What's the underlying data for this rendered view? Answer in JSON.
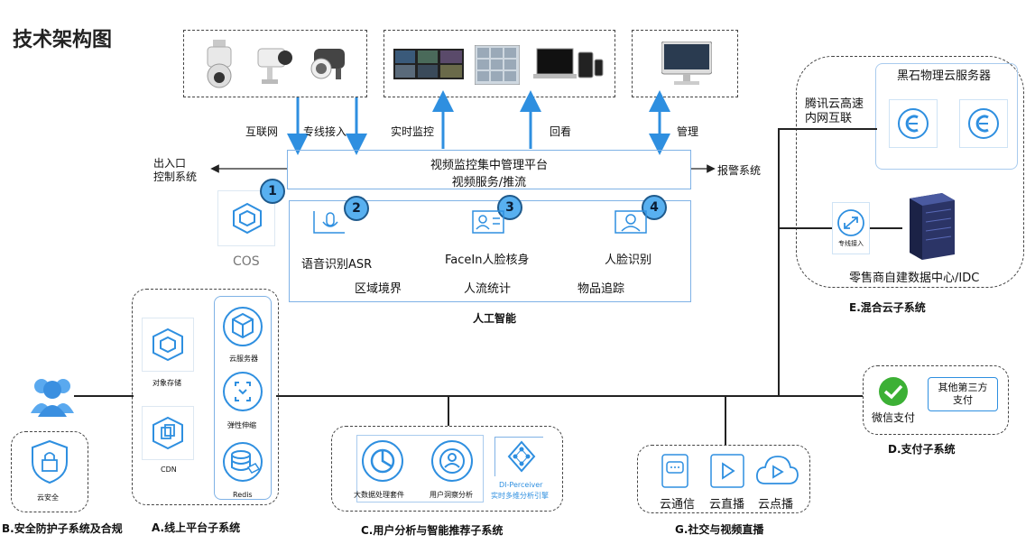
{
  "title": "技术架构图",
  "arrows": {
    "internet": "互联网",
    "dedicated": "专线接入",
    "realtime": "实时监控",
    "playback": "回看",
    "manage": "管理",
    "entrance": "出入口\n控制系统",
    "alarm": "报警系统"
  },
  "platform": {
    "line1": "视频监控集中管理平台",
    "line2": "视频服务/推流"
  },
  "cos_label": "COS",
  "ai": {
    "badges": [
      "1",
      "2",
      "3",
      "4"
    ],
    "asr": "语音识别ASR",
    "facein": "FaceIn人脸核身",
    "face": "人脸识别",
    "area": "区域境界",
    "flow": "人流统计",
    "track": "物品追踪",
    "caption": "人工智能"
  },
  "hybrid": {
    "blackstone": "黑石物理云服务器",
    "tencent_line1": "腾讯云高速",
    "tencent_line2": "内网互联",
    "dedicated": "专线接入",
    "idc": "零售商自建数据中心/IDC",
    "caption": "E.混合云子系统"
  },
  "payment": {
    "wechat": "微信支付",
    "other": "其他第三方\n支付",
    "caption": "D.支付子系统"
  },
  "security": {
    "cloud_security": "云安全",
    "caption": "B.安全防护子系统及合规"
  },
  "online": {
    "object_storage": "对象存储",
    "cvm": "云服务器",
    "cdn": "CDN",
    "autoscale": "弹性伸缩",
    "redis": "Redis",
    "caption": "A.线上平台子系统"
  },
  "analytics": {
    "bigdata": "大数据处理套件",
    "insight": "用户洞察分析",
    "di_name": "DI-Perceiver",
    "di_desc": "实时多维分析引擎",
    "caption": "C.用户分析与智能推荐子系统"
  },
  "social": {
    "im": "云通信",
    "live": "云直播",
    "vod": "云点播",
    "caption": "G.社交与视频直播"
  },
  "colors": {
    "accent": "#2e8fe0",
    "arrow": "#2e8fe0"
  }
}
